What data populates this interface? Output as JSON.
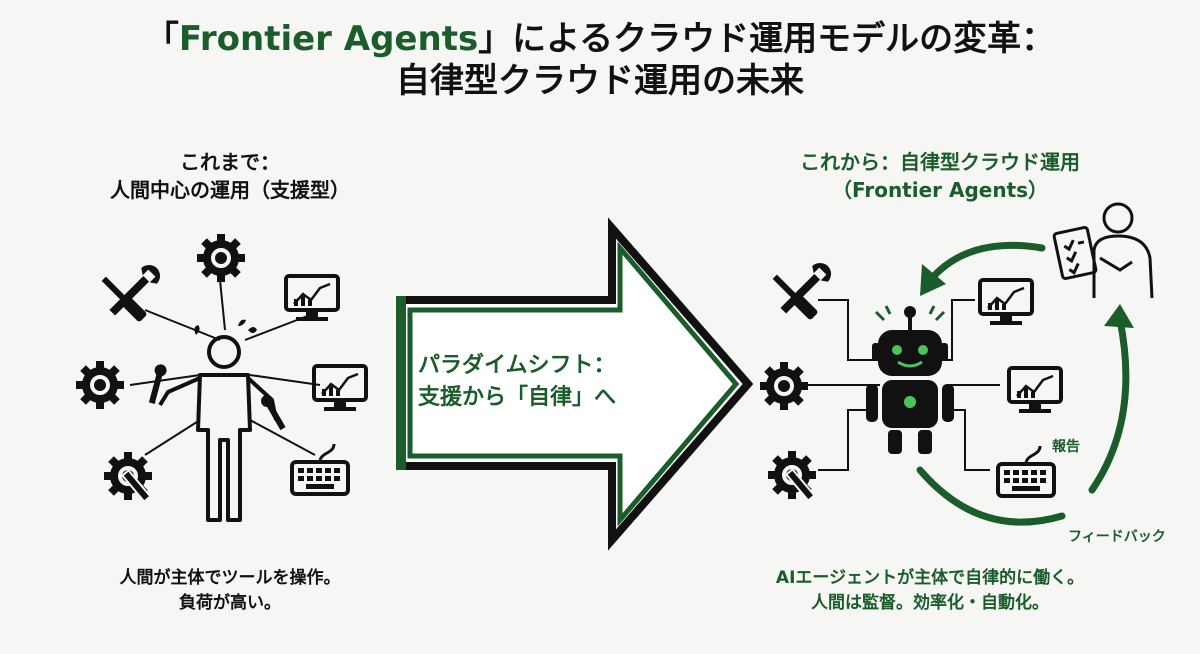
{
  "title": {
    "bracket_open": "「",
    "brand": "Frontier Agents",
    "line1_rest": "」によるクラウド運用モデルの変革：",
    "line2": "自律型クラウド運用の未来"
  },
  "left": {
    "heading_line1": "これまで：",
    "heading_line2": "人間中心の運用（支援型）",
    "caption_line1": "人間が主体でツールを操作。",
    "caption_line2": "負荷が高い。"
  },
  "center": {
    "shift_line1": "パラダイムシフト：",
    "shift_line2": "支援から「自律」へ"
  },
  "right": {
    "heading_line1": "これから：自律型クラウド運用",
    "heading_line2": "（Frontier Agents）",
    "report_label": "報告",
    "feedback_label": "フィードバック",
    "caption_line1": "AIエージェントが主体で自律的に働く。",
    "caption_line2": "人間は監督。効率化・自動化。"
  },
  "icons": [
    "wrench-screwdriver-icon",
    "gear-icon",
    "monitor-chart-icon",
    "keyboard-icon",
    "gear-wrench-icon",
    "stressed-person-icon",
    "robot-icon",
    "supervisor-clipboard-icon",
    "cycle-arrow-icon",
    "big-arrow-icon"
  ],
  "colors": {
    "accent": "#1a5c2a",
    "ink": "#111111",
    "background": "#f6f6f4"
  }
}
